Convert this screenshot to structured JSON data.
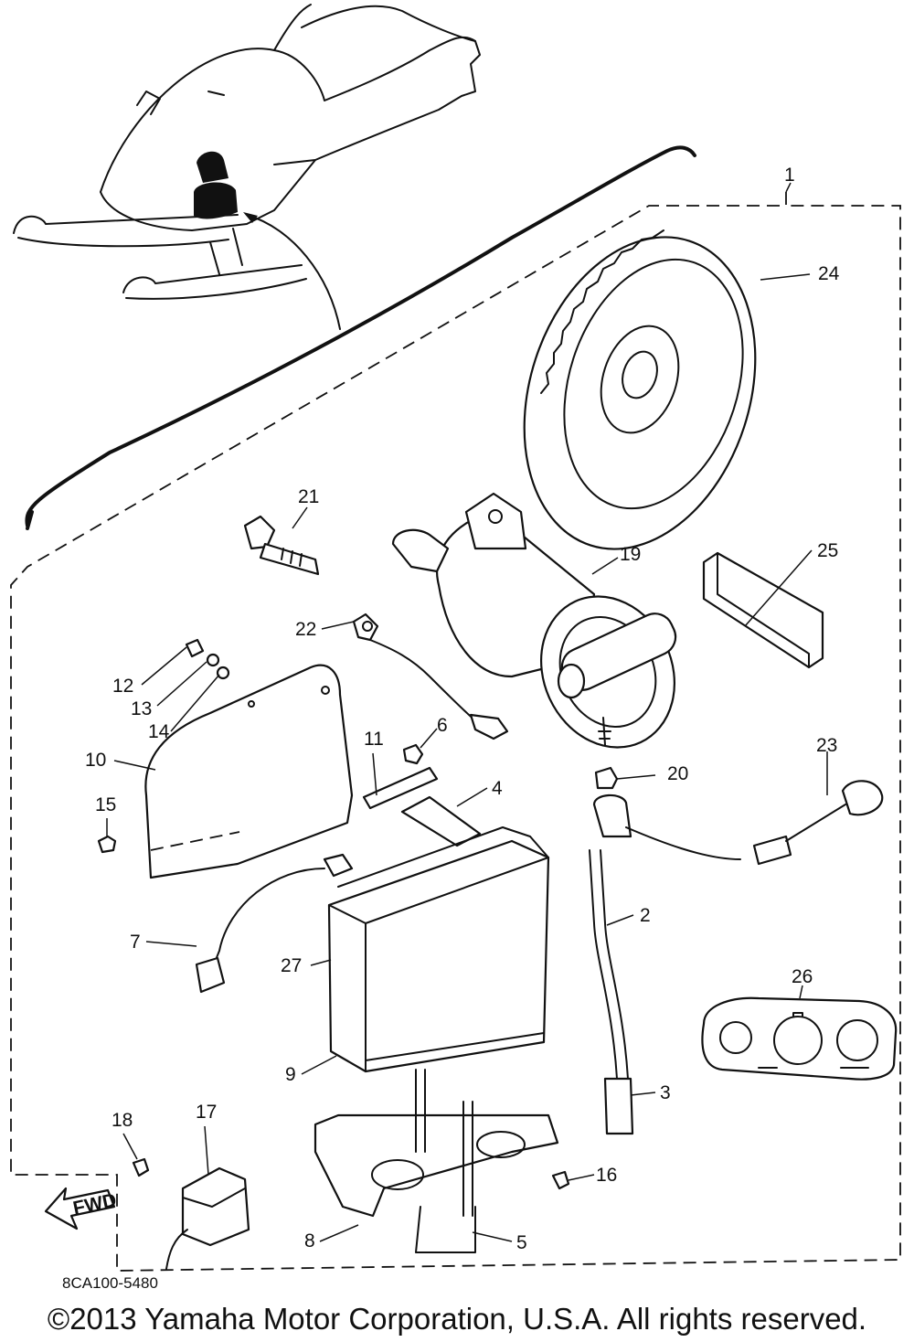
{
  "diagram": {
    "callouts": [
      "1",
      "2",
      "3",
      "4",
      "5",
      "6",
      "7",
      "8",
      "9",
      "10",
      "11",
      "12",
      "13",
      "14",
      "15",
      "16",
      "17",
      "18",
      "19",
      "20",
      "21",
      "22",
      "23",
      "24",
      "25",
      "26",
      "27"
    ],
    "direction_arrow": "FWD",
    "drawing_code": "8CA100-5480"
  },
  "footer": {
    "copyright": "©2013 Yamaha Motor Corporation, U.S.A. All rights reserved."
  }
}
